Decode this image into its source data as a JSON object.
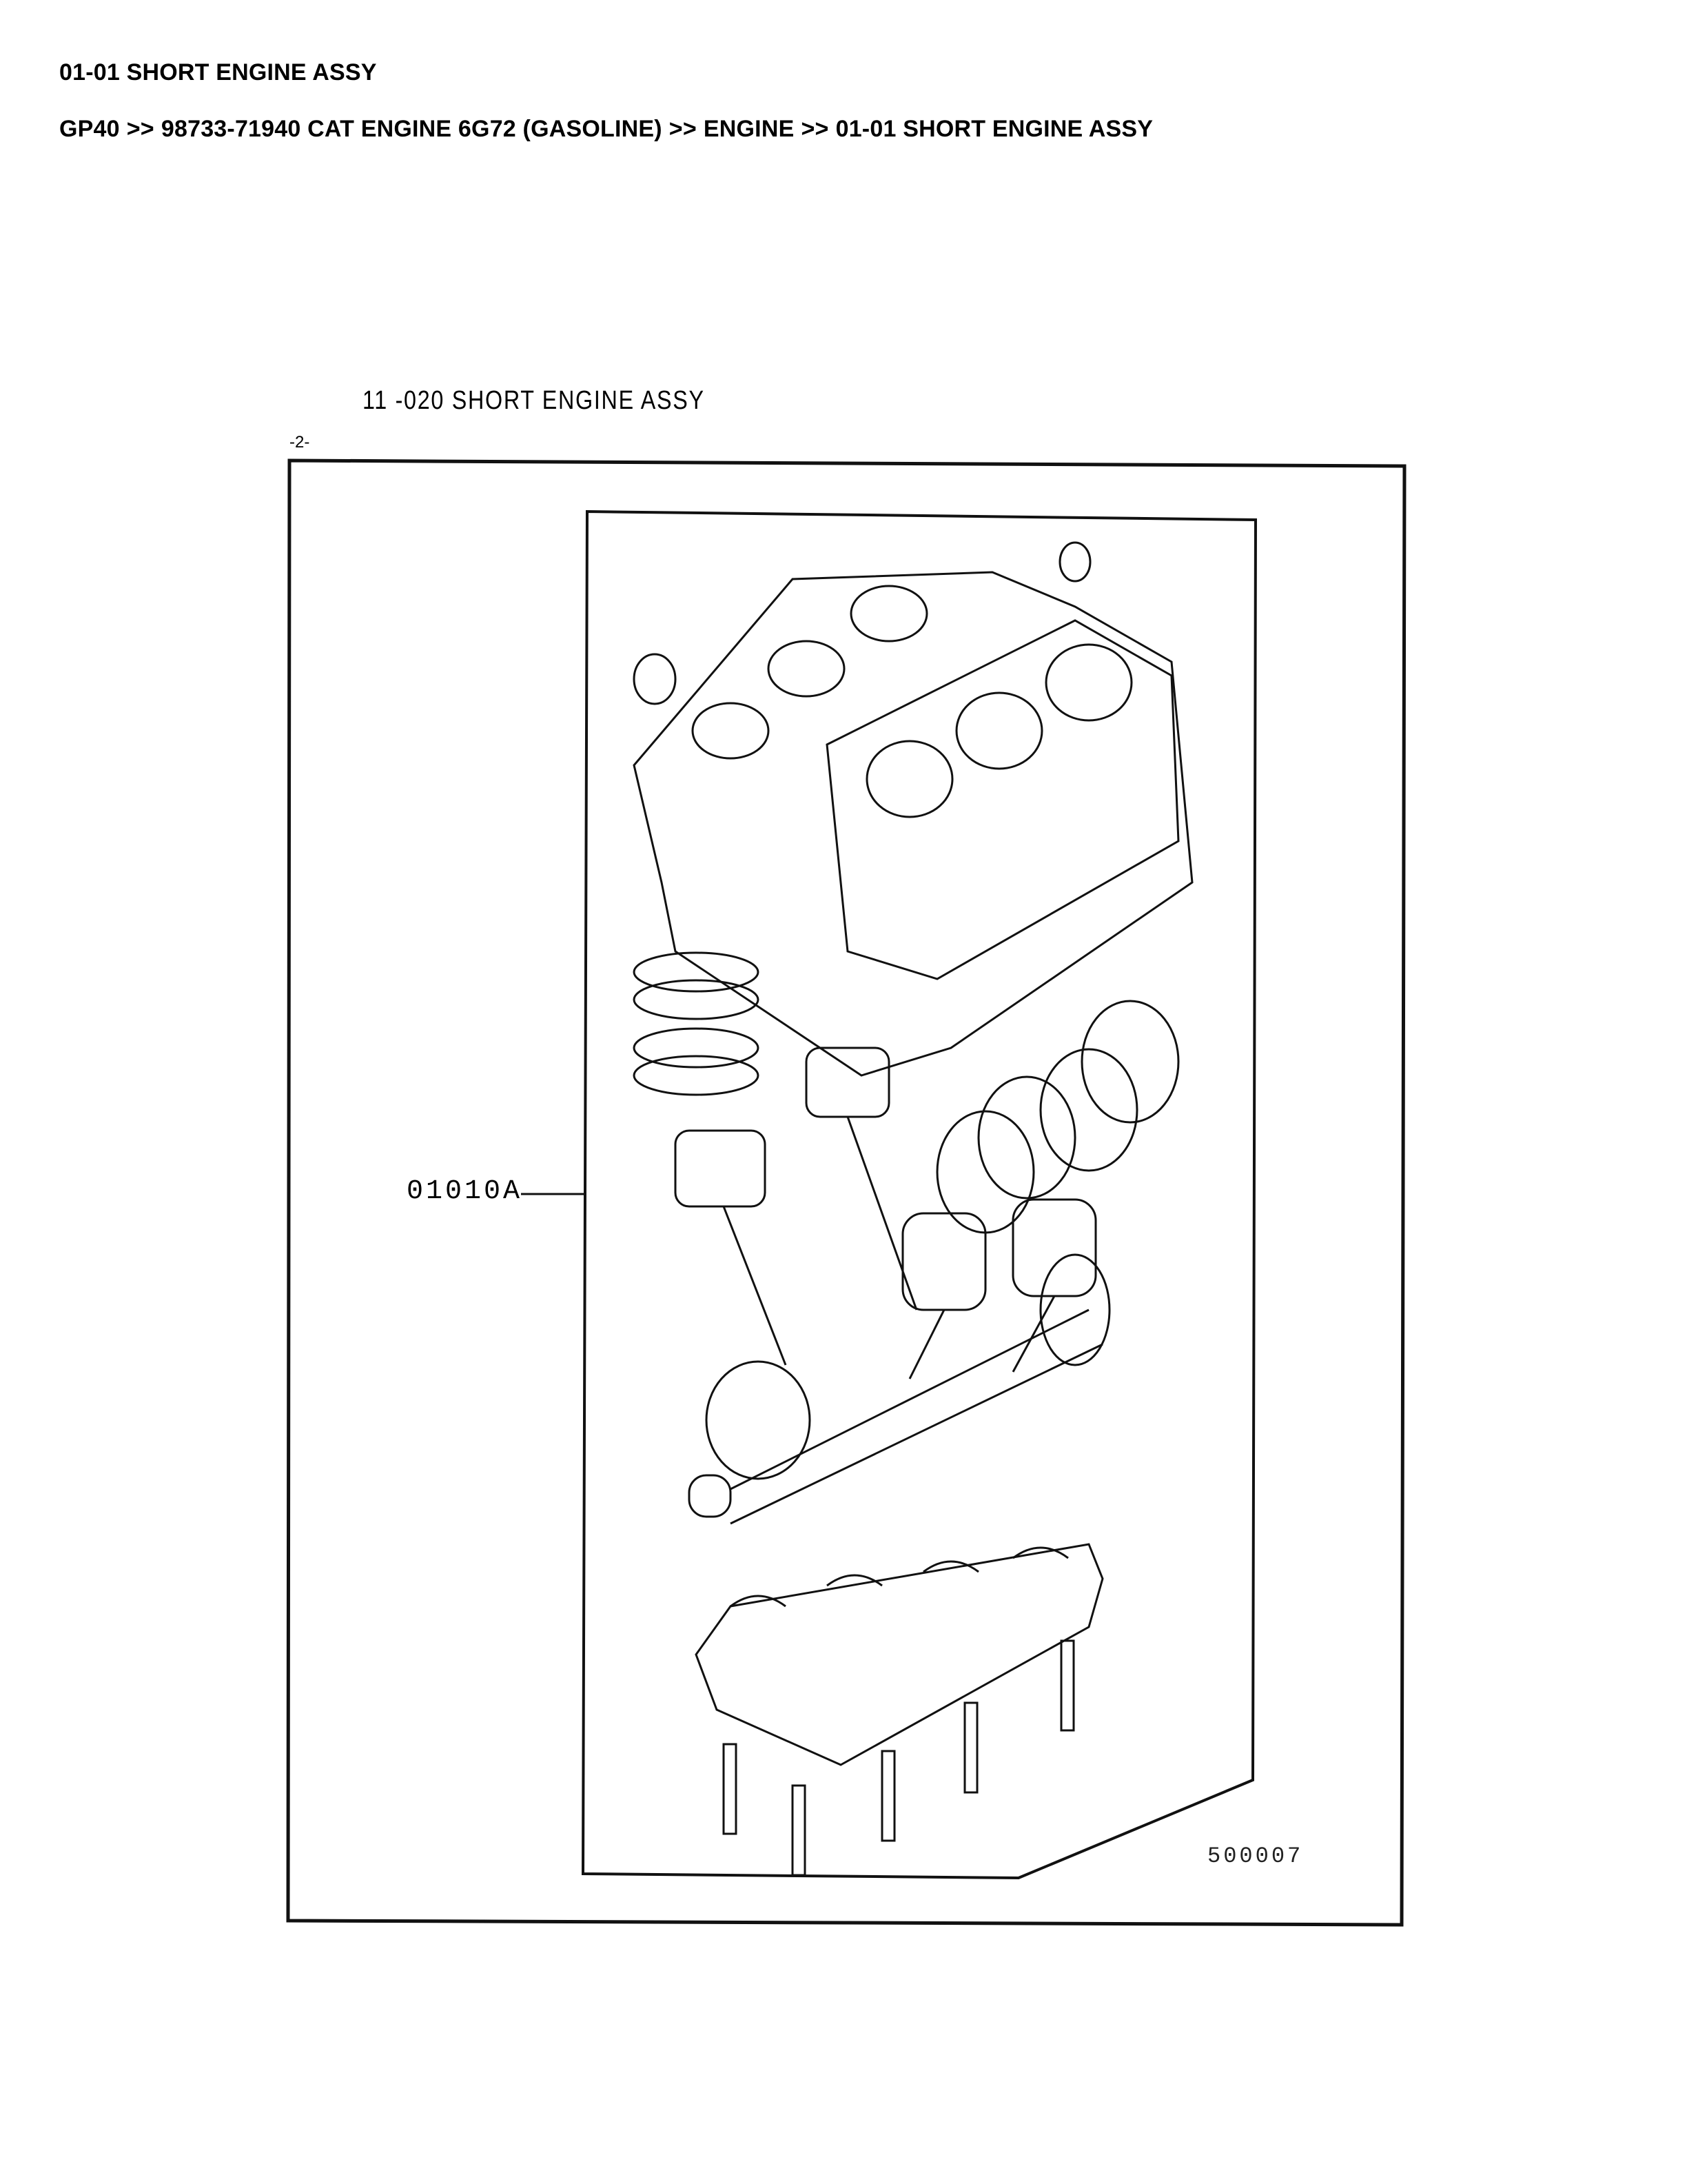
{
  "header": {
    "title": "01-01 SHORT ENGINE ASSY",
    "breadcrumb": [
      "GP40",
      "98733-71940 CAT ENGINE 6G72 (GASOLINE)",
      "ENGINE",
      "01-01 SHORT ENGINE ASSY"
    ],
    "separator": ">>"
  },
  "diagram": {
    "title": "11 -020  SHORT ENGINE ASSY",
    "page_mark": "-2-",
    "callouts": [
      {
        "part_no": "01010A"
      }
    ],
    "figure_number": "500007"
  }
}
